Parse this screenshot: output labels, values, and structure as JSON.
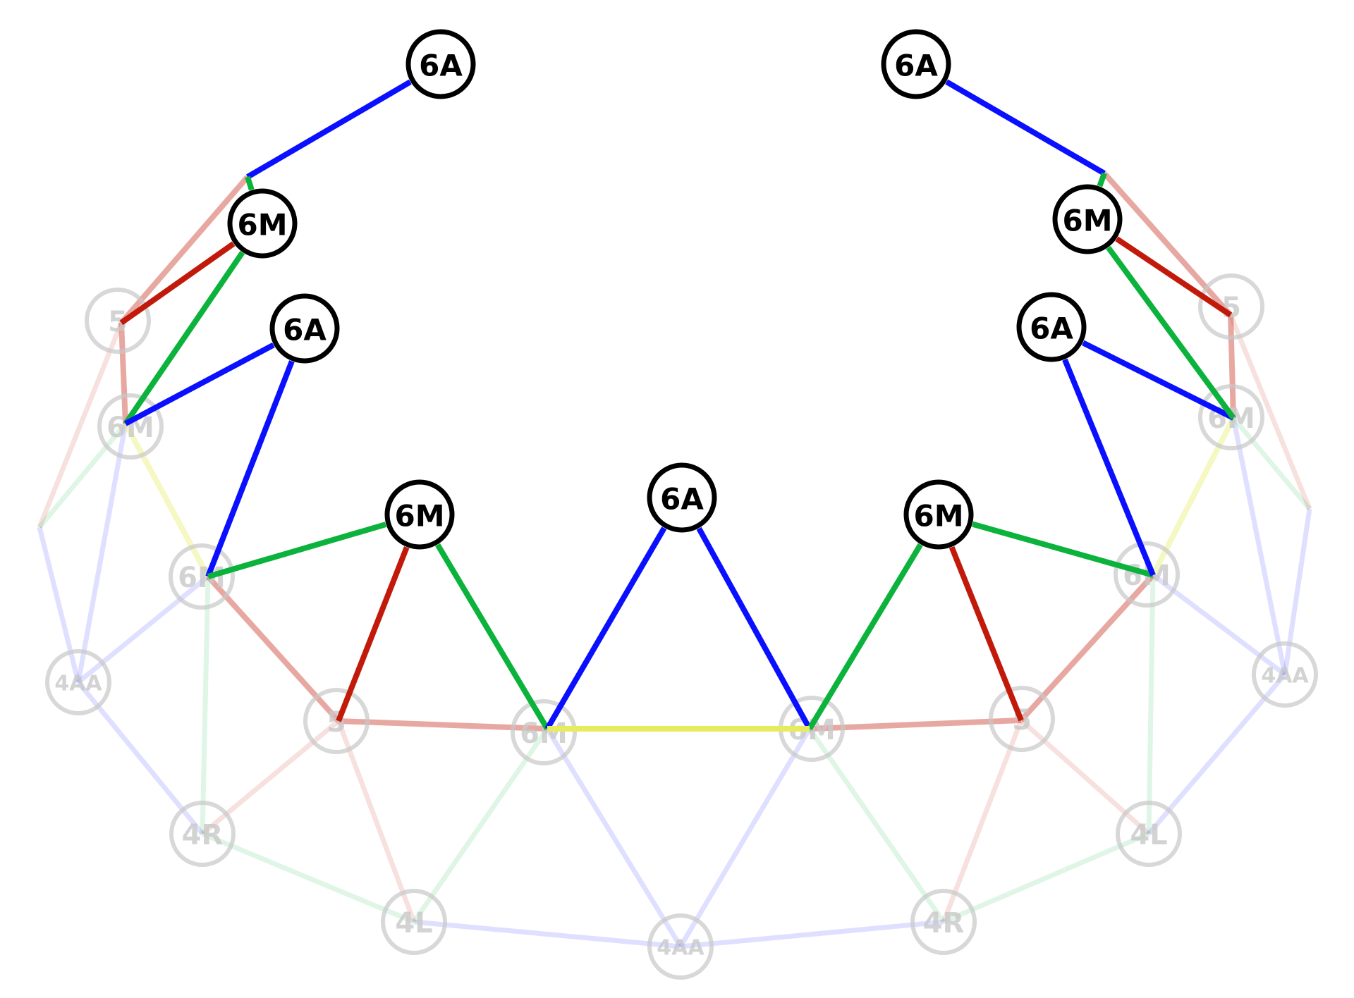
{
  "colors": {
    "blue": "#0a10ff",
    "green": "#0bb33c",
    "red": "#c21a0a",
    "yellow": "#e6ec5e",
    "node_stroke_active": "#000000",
    "node_stroke_faded": "#c8c8c8",
    "label_active": "#000000",
    "label_faded": "#c8c8c8"
  },
  "nodes": [
    {
      "id": "a1",
      "label": "6A",
      "state": "active"
    },
    {
      "id": "a2",
      "label": "6A",
      "state": "active"
    },
    {
      "id": "m1",
      "label": "6M",
      "state": "active"
    },
    {
      "id": "m2",
      "label": "6M",
      "state": "active"
    },
    {
      "id": "a3",
      "label": "6A",
      "state": "active"
    },
    {
      "id": "a4",
      "label": "6A",
      "state": "active"
    },
    {
      "id": "m3",
      "label": "6M",
      "state": "active"
    },
    {
      "id": "a5",
      "label": "6A",
      "state": "active"
    },
    {
      "id": "m4",
      "label": "6M",
      "state": "active"
    },
    {
      "id": "f5l",
      "label": "5",
      "state": "faded"
    },
    {
      "id": "f5r",
      "label": "5",
      "state": "faded"
    },
    {
      "id": "f6ml",
      "label": "6M",
      "state": "faded"
    },
    {
      "id": "f6mr",
      "label": "6M",
      "state": "faded"
    },
    {
      "id": "f6m2l",
      "label": "6M",
      "state": "faded"
    },
    {
      "id": "f6m2r",
      "label": "6M",
      "state": "faded"
    },
    {
      "id": "f4aal",
      "label": "4AA",
      "state": "faded"
    },
    {
      "id": "f4aar",
      "label": "4AA",
      "state": "faded"
    },
    {
      "id": "f5b1",
      "label": "5",
      "state": "faded"
    },
    {
      "id": "f5b2",
      "label": "5",
      "state": "faded"
    },
    {
      "id": "f6mb1",
      "label": "6M",
      "state": "faded"
    },
    {
      "id": "f6mb2",
      "label": "6M",
      "state": "faded"
    },
    {
      "id": "f4rl",
      "label": "4R",
      "state": "faded"
    },
    {
      "id": "f4lr",
      "label": "4L",
      "state": "faded"
    },
    {
      "id": "f4lb",
      "label": "4L",
      "state": "faded"
    },
    {
      "id": "f4rb",
      "label": "4R",
      "state": "faded"
    },
    {
      "id": "f4aab",
      "label": "4AA",
      "state": "faded"
    }
  ],
  "edges": [
    {
      "from": "a1",
      "to": "jL1",
      "color": "blue",
      "state": "active"
    },
    {
      "from": "jL1",
      "to": "m1",
      "color": "green",
      "state": "active"
    },
    {
      "from": "m1",
      "to": "p5l",
      "color": "red",
      "state": "active"
    },
    {
      "from": "m1",
      "to": "p6ml",
      "color": "green",
      "state": "active"
    },
    {
      "from": "a3",
      "to": "p6ml",
      "color": "blue",
      "state": "active"
    },
    {
      "from": "a3",
      "to": "p6m2l",
      "color": "blue",
      "state": "active"
    },
    {
      "from": "m3",
      "to": "p6m2l",
      "color": "green",
      "state": "active"
    },
    {
      "from": "m3",
      "to": "p5b1",
      "color": "red",
      "state": "active"
    },
    {
      "from": "m3",
      "to": "p6mb1",
      "color": "green",
      "state": "active"
    },
    {
      "from": "a5",
      "to": "p6mb1",
      "color": "blue",
      "state": "active"
    },
    {
      "from": "a5",
      "to": "p6mb2",
      "color": "blue",
      "state": "active"
    },
    {
      "from": "m4",
      "to": "p6mb2",
      "color": "green",
      "state": "active"
    },
    {
      "from": "m4",
      "to": "p5b2",
      "color": "red",
      "state": "active"
    },
    {
      "from": "m4",
      "to": "p6m2r",
      "color": "green",
      "state": "active"
    },
    {
      "from": "a4",
      "to": "p6m2r",
      "color": "blue",
      "state": "active"
    },
    {
      "from": "a4",
      "to": "p6mr",
      "color": "blue",
      "state": "active"
    },
    {
      "from": "m2",
      "to": "p6mr",
      "color": "green",
      "state": "active"
    },
    {
      "from": "m2",
      "to": "p5r",
      "color": "red",
      "state": "active"
    },
    {
      "from": "a2",
      "to": "jR1",
      "color": "blue",
      "state": "active"
    },
    {
      "from": "jR1",
      "to": "m2",
      "color": "green",
      "state": "active"
    },
    {
      "from": "p6mb1",
      "to": "p6mb2",
      "color": "yellow",
      "state": "active"
    },
    {
      "from": "p5l",
      "to": "p6ml",
      "color": "red",
      "state": "faded"
    },
    {
      "from": "p5l",
      "to": "jL1",
      "color": "red",
      "state": "faded"
    },
    {
      "from": "p6ml",
      "to": "p6m2l",
      "color": "yellow",
      "state": "faded"
    },
    {
      "from": "p6m2l",
      "to": "p5b1",
      "color": "red",
      "state": "faded"
    },
    {
      "from": "p5b1",
      "to": "p6mb1",
      "color": "red",
      "state": "faded"
    },
    {
      "from": "p6mb2",
      "to": "p5b2",
      "color": "red",
      "state": "faded"
    },
    {
      "from": "p5b2",
      "to": "p6m2r",
      "color": "red",
      "state": "faded"
    },
    {
      "from": "p6m2r",
      "to": "p6mr",
      "color": "yellow",
      "state": "faded"
    },
    {
      "from": "p6mr",
      "to": "p5r",
      "color": "red",
      "state": "faded"
    },
    {
      "from": "p5r",
      "to": "jR1",
      "color": "red",
      "state": "faded"
    },
    {
      "from": "p5l",
      "to": "pL_far",
      "color": "red",
      "state": "faint"
    },
    {
      "from": "p6ml",
      "to": "pL_far",
      "color": "green",
      "state": "faint"
    },
    {
      "from": "pL_far",
      "to": "f4aal",
      "color": "blue",
      "state": "faint"
    },
    {
      "from": "p6ml",
      "to": "f4aal",
      "color": "blue",
      "state": "faint"
    },
    {
      "from": "p6m2l",
      "to": "f4aal",
      "color": "blue",
      "state": "faint"
    },
    {
      "from": "f4aal",
      "to": "f4rl",
      "color": "blue",
      "state": "faint"
    },
    {
      "from": "p6m2l",
      "to": "f4rl",
      "color": "green",
      "state": "faint"
    },
    {
      "from": "p5b1",
      "to": "f4rl",
      "color": "red",
      "state": "faint"
    },
    {
      "from": "f4rl",
      "to": "f4lb",
      "color": "green",
      "state": "faint"
    },
    {
      "from": "p5b1",
      "to": "f4lb",
      "color": "red",
      "state": "faint"
    },
    {
      "from": "p6mb1",
      "to": "f4lb",
      "color": "green",
      "state": "faint"
    },
    {
      "from": "f4lb",
      "to": "f4aab",
      "color": "blue",
      "state": "faint"
    },
    {
      "from": "p6mb1",
      "to": "f4aab",
      "color": "blue",
      "state": "faint"
    },
    {
      "from": "p6mb2",
      "to": "f4aab",
      "color": "blue",
      "state": "faint"
    },
    {
      "from": "f4aab",
      "to": "f4rb",
      "color": "blue",
      "state": "faint"
    },
    {
      "from": "p6mb2",
      "to": "f4rb",
      "color": "green",
      "state": "faint"
    },
    {
      "from": "p5b2",
      "to": "f4rb",
      "color": "red",
      "state": "faint"
    },
    {
      "from": "f4rb",
      "to": "f4lr",
      "color": "green",
      "state": "faint"
    },
    {
      "from": "p5b2",
      "to": "f4lr",
      "color": "red",
      "state": "faint"
    },
    {
      "from": "p6m2r",
      "to": "f4lr",
      "color": "green",
      "state": "faint"
    },
    {
      "from": "f4lr",
      "to": "f4aar",
      "color": "blue",
      "state": "faint"
    },
    {
      "from": "p6m2r",
      "to": "f4aar",
      "color": "blue",
      "state": "faint"
    },
    {
      "from": "p6mr",
      "to": "f4aar",
      "color": "blue",
      "state": "faint"
    },
    {
      "from": "f4aar",
      "to": "pR_far",
      "color": "blue",
      "state": "faint"
    },
    {
      "from": "p6mr",
      "to": "pR_far",
      "color": "green",
      "state": "faint"
    },
    {
      "from": "p5r",
      "to": "pR_far",
      "color": "red",
      "state": "faint"
    }
  ]
}
